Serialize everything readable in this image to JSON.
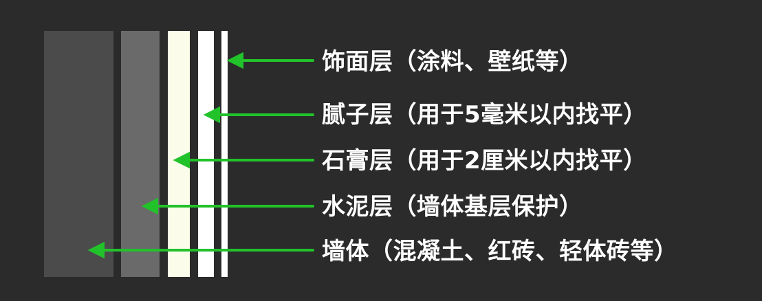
{
  "layers": [
    {
      "key": "finish",
      "label": "饰面层（涂料、壁纸等）"
    },
    {
      "key": "putty",
      "label": "腻子层（用于5毫米以内找平）"
    },
    {
      "key": "plaster",
      "label": "石膏层（用于2厘米以内找平）"
    },
    {
      "key": "cement",
      "label": "水泥层（墙体基层保护）"
    },
    {
      "key": "wall",
      "label": "墙体（混凝土、红砖、轻体砖等）"
    }
  ],
  "colors": {
    "background": "#2b2b2b",
    "arrow": "#22c22b",
    "wall": "#4b4b4b",
    "cement": "#6a6a6a",
    "plaster": "#fbfdea",
    "putty": "#ffffff",
    "finish": "#ffffff",
    "text": "#ffffff"
  }
}
